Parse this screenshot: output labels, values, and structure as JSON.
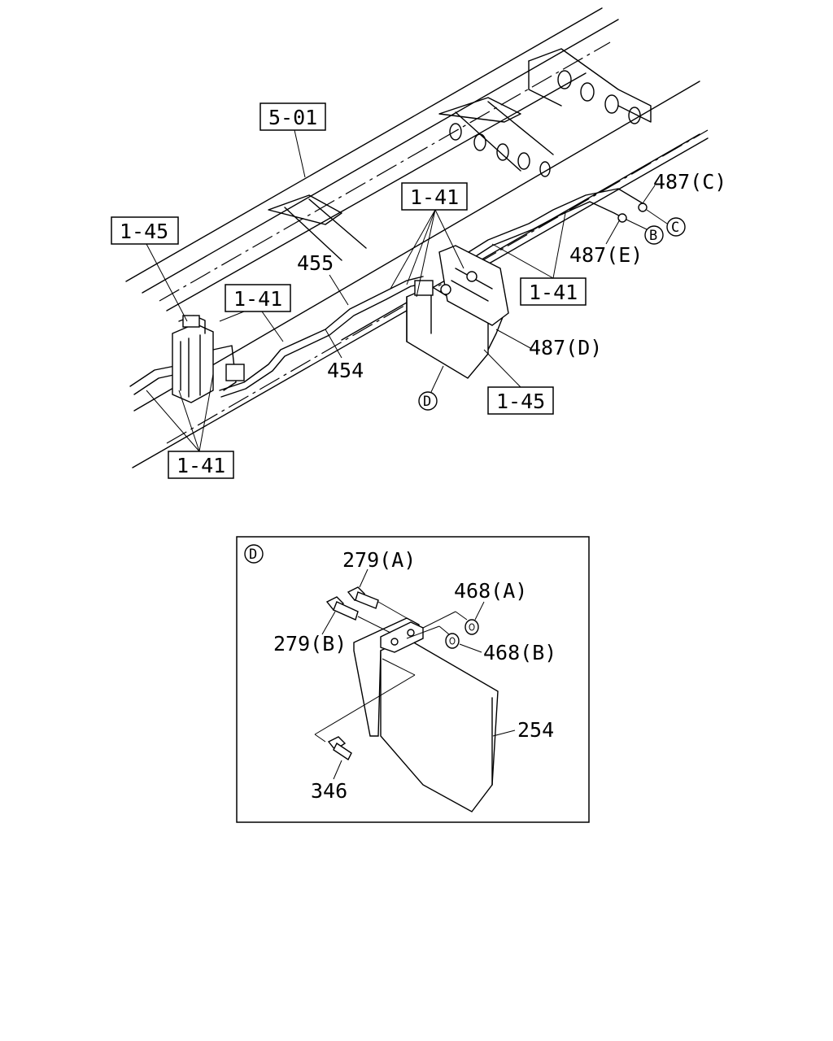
{
  "callouts": {
    "ref_5_01": "5-01",
    "ref_1_45_left": "1-45",
    "ref_1_41_upper_center": "1-41",
    "ref_1_41_mid_left": "1-41",
    "ref_1_41_right": "1-41",
    "ref_1_41_bottom_left": "1-41",
    "ref_1_45_bottom": "1-45"
  },
  "parts": {
    "p455": "455",
    "p454": "454",
    "p487c": "487(C)",
    "p487e": "487(E)",
    "p487d": "487(D)",
    "p279a": "279(A)",
    "p279b": "279(B)",
    "p468a": "468(A)",
    "p468b": "468(B)",
    "p254": "254",
    "p346": "346"
  },
  "markers": {
    "b": "B",
    "c": "C",
    "d": "D",
    "detail_d": "D"
  }
}
